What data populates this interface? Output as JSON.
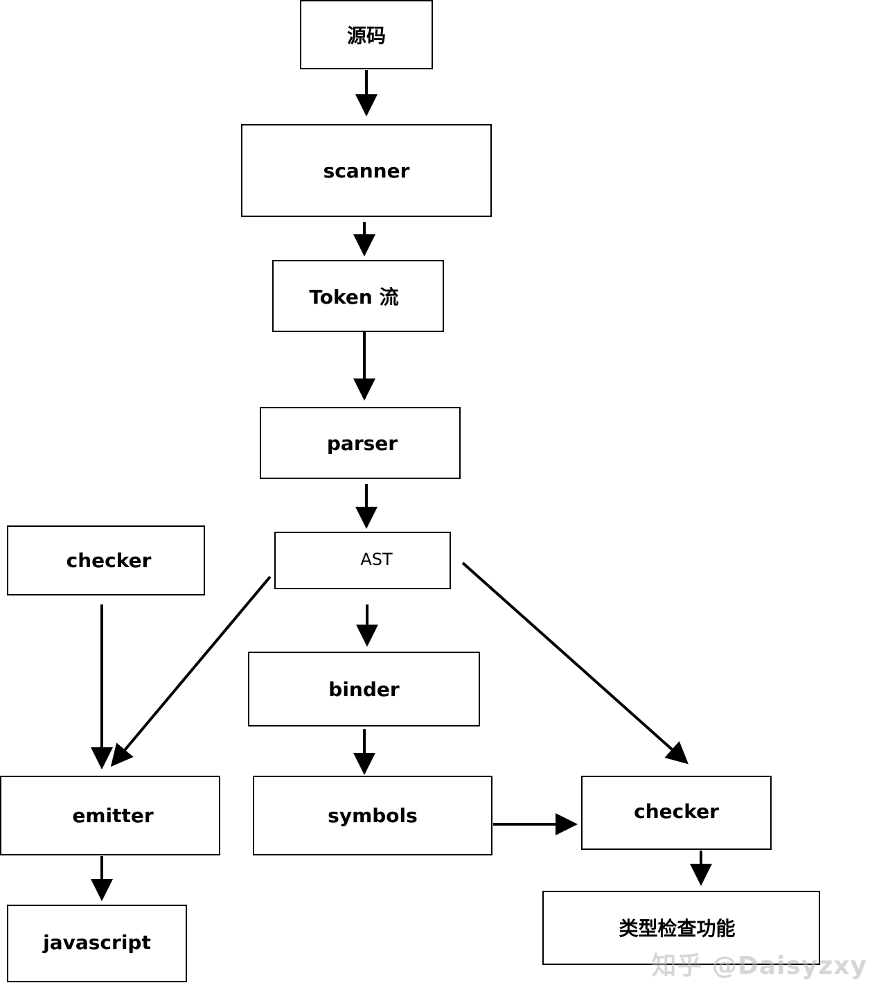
{
  "nodes": {
    "source": "源码",
    "scanner": "scanner",
    "token_stream": "Token 流",
    "parser": "parser",
    "ast": "AST",
    "checker_left": "checker",
    "binder": "binder",
    "emitter": "emitter",
    "symbols": "symbols",
    "checker_right": "checker",
    "javascript": "javascript",
    "type_check": "类型检查功能"
  },
  "watermark": "知乎 @Daisyzxy",
  "colors": {
    "stroke": "#000000",
    "background": "#ffffff",
    "watermark": "#b4b4b4"
  }
}
